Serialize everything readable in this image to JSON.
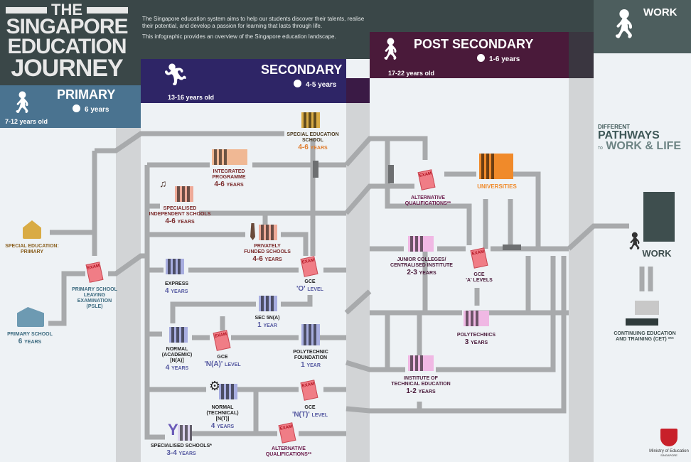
{
  "title": {
    "line1": "THE",
    "line2": "SINGAPORE",
    "line3": "EDUCATION",
    "line4": "JOURNEY"
  },
  "intro": {
    "p1": "The Singapore education system aims to help our students discover their talents, realise their potential, and develop a passion for learning that lasts through life.",
    "p2": "This infographic provides an overview of the Singapore education landscape."
  },
  "stages": {
    "primary": {
      "name": "PRIMARY",
      "duration": "6 years",
      "age": "7-12 years old"
    },
    "secondary": {
      "name": "SECONDARY",
      "duration": "4-5 years",
      "age": "13-16 years old"
    },
    "post_secondary": {
      "name": "POST SECONDARY",
      "duration": "1-6 years",
      "age": "17-22 years old"
    },
    "work": {
      "name": "WORK"
    }
  },
  "pathways": {
    "l1": "DIFFERENT",
    "l2": "PATHWAYS",
    "l3": "TO",
    "l4": "WORK & LIFE"
  },
  "nodes": {
    "special_ed_primary": {
      "l1": "SPECIAL EDUCATION:",
      "l2": "PRIMARY"
    },
    "primary_school": {
      "l1": "PRIMARY SCHOOL",
      "num": "6",
      "unit": "YEARS"
    },
    "psle": {
      "l1": "PRIMARY SCHOOL",
      "l2": "LEAVING",
      "l3": "EXAMINATION",
      "l4": "(PSLE)"
    },
    "special_ed_school": {
      "l1": "SPECIAL EDUCATION",
      "l2": "SCHOOL",
      "num": "4-6",
      "unit": "YEARS"
    },
    "integrated": {
      "l1": "INTEGRATED",
      "l2": "PROGRAMME",
      "num": "4-6",
      "unit": "YEARS"
    },
    "sis": {
      "l1": "SPECIALISED",
      "l2": "INDEPENDENT SCHOOLS",
      "num": "4-6",
      "unit": "YEARS"
    },
    "private": {
      "l1": "PRIVATELY",
      "l2": "FUNDED SCHOOLS",
      "num": "4-6",
      "unit": "YEARS"
    },
    "express": {
      "l1": "EXPRESS",
      "num": "4",
      "unit": "YEARS"
    },
    "gce_o": {
      "l1": "GCE",
      "num": "'O'",
      "unit": "LEVEL"
    },
    "sec5na": {
      "l1": "SEC 5N(A)",
      "num": "1",
      "unit": "YEAR"
    },
    "na": {
      "l1": "NORMAL",
      "l2": "(ACADEMIC)",
      "l3": "[N(A)]",
      "num": "4",
      "unit": "YEARS"
    },
    "gce_na": {
      "l1": "GCE",
      "num": "'N(A)'",
      "unit": "LEVEL"
    },
    "pfp": {
      "l1": "POLYTECHNIC",
      "l2": "FOUNDATION",
      "num": "1",
      "unit": "YEAR"
    },
    "nt": {
      "l1": "NORMAL",
      "l2": "(TECHNICAL)",
      "l3": "[N(T)]",
      "num": "4",
      "unit": "YEARS"
    },
    "gce_nt": {
      "l1": "GCE",
      "num": "'N(T)'",
      "unit": "LEVEL"
    },
    "spec_schools": {
      "l1": "SPECIALISED SCHOOLS*",
      "num": "3-4",
      "unit": "YEARS"
    },
    "alt_sec": {
      "l1": "ALTERNATIVE",
      "l2": "QUALIFICATIONS**"
    },
    "alt_post": {
      "l1": "ALTERNATIVE",
      "l2": "QUALIFICATIONS**"
    },
    "universities": {
      "l1": "UNIVERSITIES"
    },
    "jc": {
      "l1": "JUNIOR COLLEGES/",
      "l2": "CENTRALISED INSTITUTE",
      "num": "2-3",
      "unit": "YEARS"
    },
    "gce_a": {
      "l1": "GCE",
      "l2": "'A' LEVELS"
    },
    "poly": {
      "l1": "POLYTECHNICS",
      "num": "3",
      "unit": "YEARS"
    },
    "ite": {
      "l1": "INSTITUTE OF",
      "l2": "TECHNICAL EDUCATION",
      "num": "1-2",
      "unit": "YEARS"
    },
    "work": {
      "l1": "WORK"
    },
    "cet": {
      "l1": "CONTINUING EDUCATION",
      "l2": "AND TRAINING (CET) ***"
    }
  },
  "exam_label": "EXAM",
  "moe": {
    "l1": "Ministry of Education",
    "l2": "SINGAPORE"
  },
  "colors": {
    "dark": "#3a4748",
    "primary": "#4a7390",
    "secondary": "#2e2566",
    "post": "#4a1a3a",
    "work": "#4d5e5e",
    "path": "#a8aaac"
  }
}
